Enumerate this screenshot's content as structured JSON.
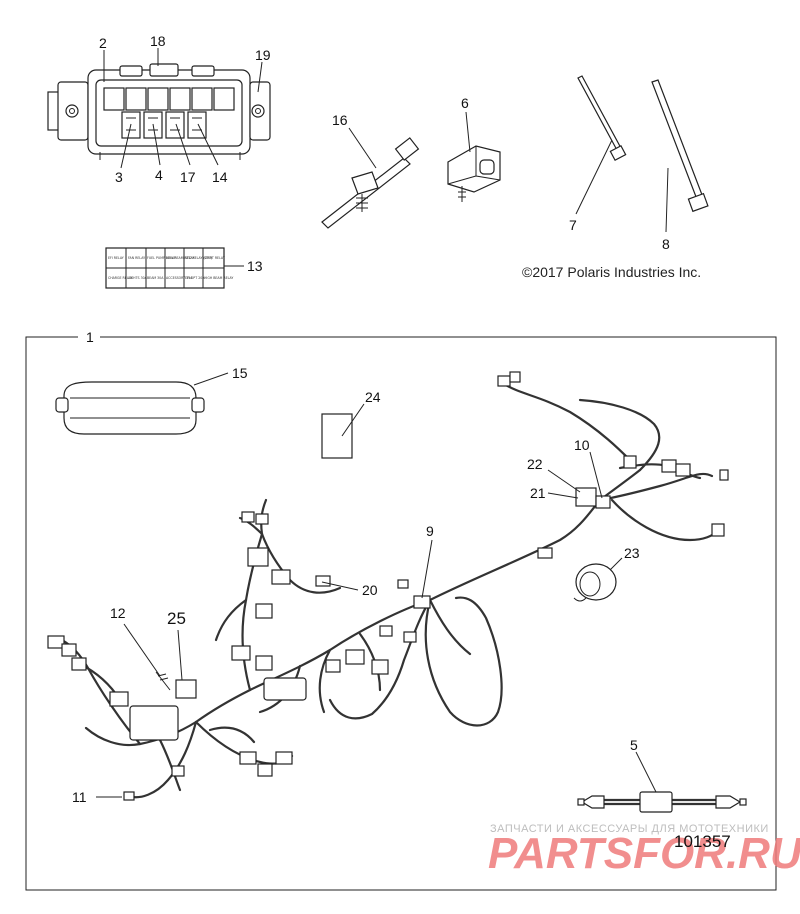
{
  "copyright": "©2017 Polaris Industries Inc.",
  "drawing_number": "101357",
  "watermark": {
    "line1": "ЗАПЧАСТИ И АКСЕССУАРЫ ДЛЯ МОТОТЕХНИКИ",
    "line2": "PARTSFOR.RU",
    "color": "#ef7b7b"
  },
  "relay_label": {
    "row1": [
      "EFI RELAY",
      "FAN RELAY",
      "FUEL PUMP RELAY",
      "LOW BEAM RELAY",
      "STD RELAY (OPT)",
      "START RELAY"
    ],
    "row2": [
      "CHARGE RELAY",
      "LIGHTS 30A",
      "BEAM 30A",
      "ACCESSORY 15A",
      "EFI OPT 20A",
      "HIGH BEAM RELAY"
    ]
  },
  "callouts": {
    "c1": "1",
    "c2": "2",
    "c3": "3",
    "c4": "4",
    "c5": "5",
    "c6": "6",
    "c7": "7",
    "c8": "8",
    "c9": "9",
    "c10": "10",
    "c11": "11",
    "c12": "12",
    "c13": "13",
    "c14": "14",
    "c15": "15",
    "c16": "16",
    "c17": "17",
    "c18": "18",
    "c19": "19",
    "c20": "20",
    "c21": "21",
    "c22": "22",
    "c23": "23",
    "c24": "24",
    "c25": "25"
  }
}
